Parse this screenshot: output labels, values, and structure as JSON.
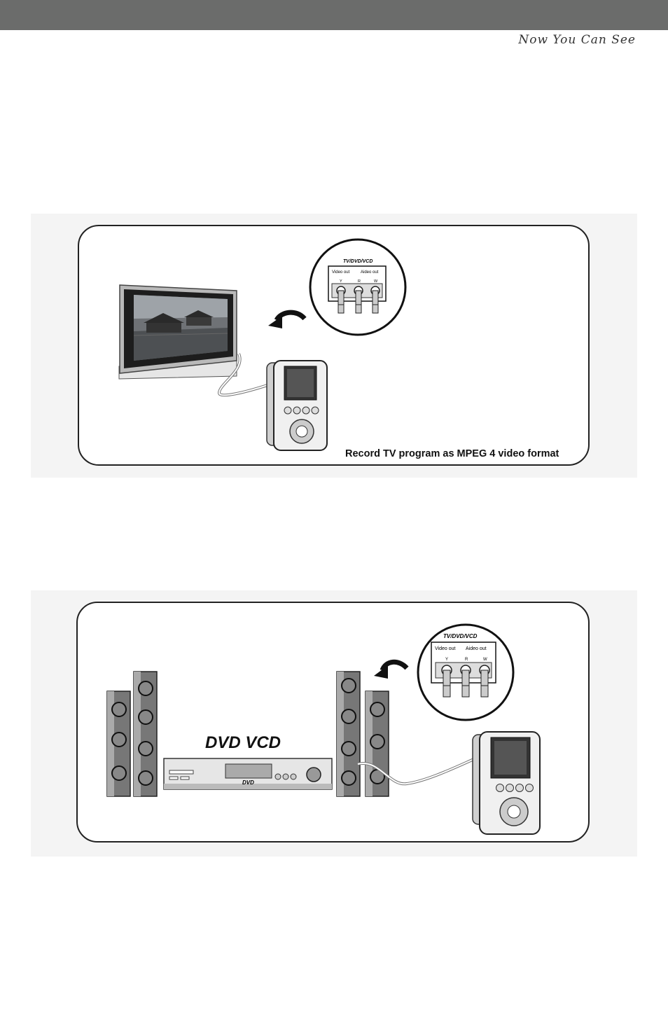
{
  "header": {
    "tagline": "Now You Can See"
  },
  "figure_tv": {
    "inset_title": "TV/DVD/VCD",
    "video_out_label": "Video out",
    "audio_out_label": "Aideo out",
    "jack_labels": [
      "Y",
      "R",
      "W"
    ],
    "caption": "Record TV program as MPEG 4 video format"
  },
  "figure_dvd": {
    "inset_title": "TV/DVD/VCD",
    "video_out_label": "Video out",
    "audio_out_label": "Aideo out",
    "jack_labels": [
      "Y",
      "R",
      "W"
    ],
    "device_heading": "DVD VCD",
    "player_badge": "DVD"
  }
}
